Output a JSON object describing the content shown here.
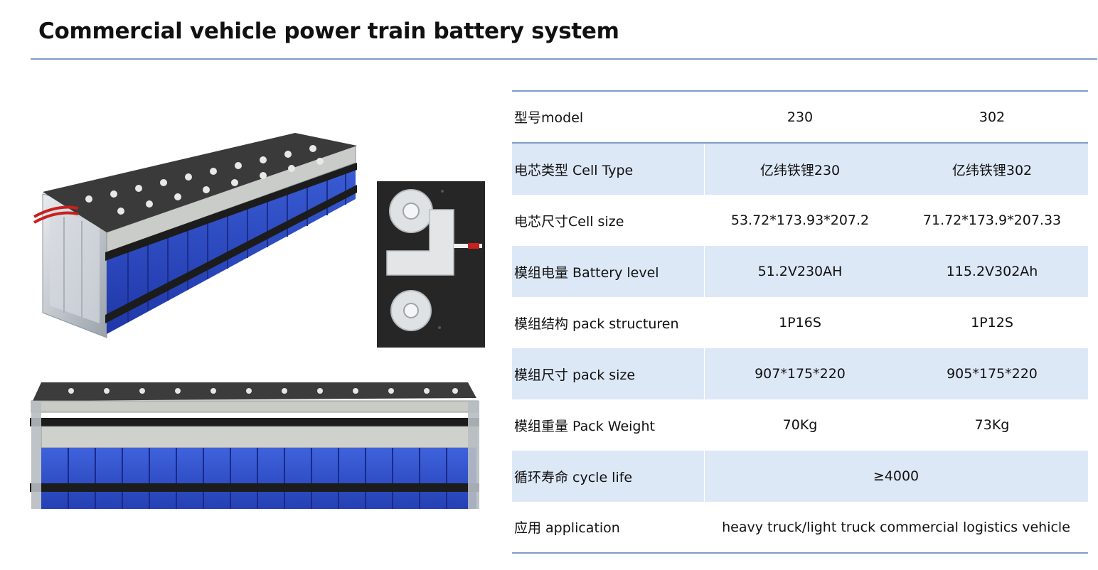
{
  "page": {
    "title": "Commercial vehicle power train battery system"
  },
  "spec_table": {
    "header": {
      "label": "型号model",
      "col_a": "230",
      "col_b": "302"
    },
    "rows": [
      {
        "label": "电芯类型 Cell Type",
        "col_a": "亿纬铁锂230",
        "col_b": "亿纬铁锂302"
      },
      {
        "label": "电芯尺寸Cell size",
        "col_a": "53.72*173.93*207.2",
        "col_b": "71.72*173.9*207.33"
      },
      {
        "label": "模组电量 Battery level",
        "col_a": "51.2V230AH",
        "col_b": "115.2V302Ah"
      },
      {
        "label": "模组结构 pack structuren",
        "col_a": "1P16S",
        "col_b": "1P12S"
      },
      {
        "label": "模组尺寸 pack size",
        "col_a": "907*175*220",
        "col_b": "905*175*220"
      },
      {
        "label": "模组重量 Pack Weight",
        "col_a": "70Kg",
        "col_b": "73Kg"
      },
      {
        "label": "循环寿命 cycle life",
        "span": "≥4000"
      },
      {
        "label": "应用 application",
        "span": "heavy truck/light truck commercial logistics vehicle"
      }
    ]
  },
  "colors": {
    "accent_rule": "#7f9dc4",
    "row_shade": "#dde8f7",
    "cell_blue": "#2f4fc4"
  }
}
